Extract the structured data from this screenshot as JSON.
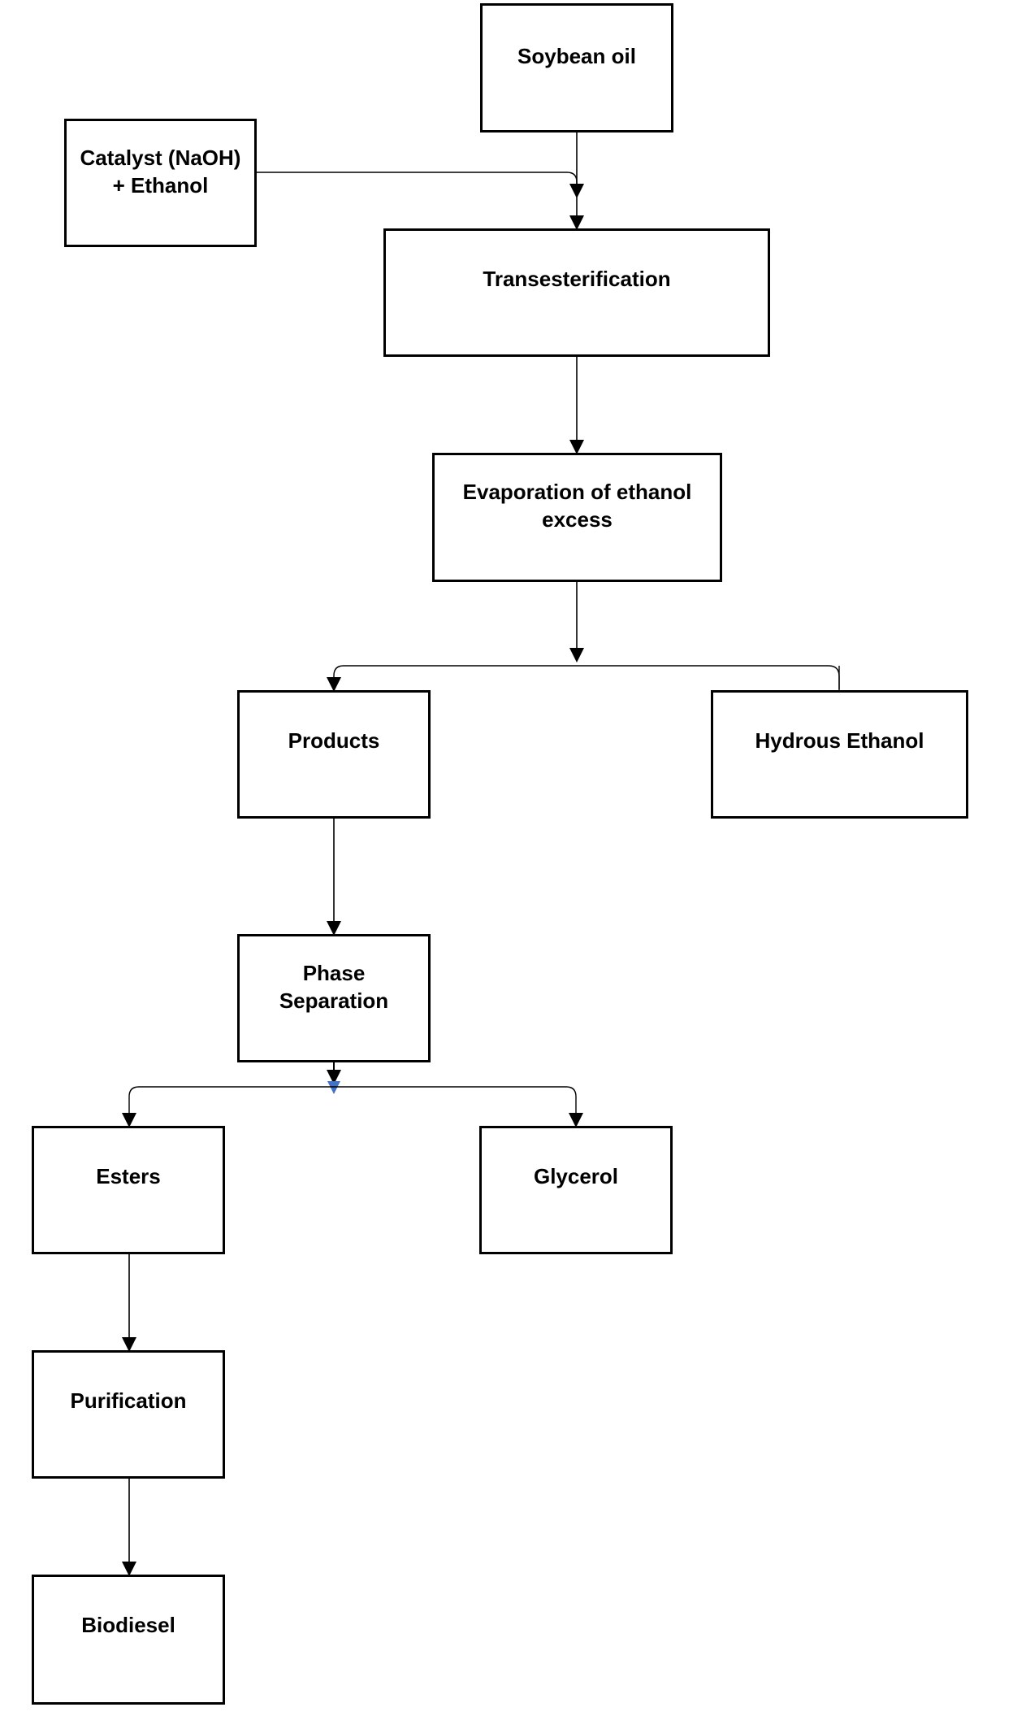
{
  "diagram": {
    "nodes": {
      "soybean_oil": "Soybean oil",
      "catalyst": "Catalyst (NaOH)\n+ Ethanol",
      "transesterification": "Transesterification",
      "evaporation": "Evaporation of ethanol\nexcess",
      "products": "Products",
      "hydrous_ethanol": "Hydrous Ethanol",
      "phase_separation": "Phase\nSeparation",
      "esters": "Esters",
      "glycerol": "Glycerol",
      "purification": "Purification",
      "biodiesel": "Biodiesel"
    },
    "edges": [
      {
        "from": "soybean_oil",
        "to": "transesterification"
      },
      {
        "from": "catalyst",
        "to": "transesterification"
      },
      {
        "from": "transesterification",
        "to": "evaporation"
      },
      {
        "from": "evaporation",
        "to": "products"
      },
      {
        "from": "evaporation",
        "to": "hydrous_ethanol"
      },
      {
        "from": "products",
        "to": "phase_separation"
      },
      {
        "from": "phase_separation",
        "to": "esters"
      },
      {
        "from": "phase_separation",
        "to": "glycerol"
      },
      {
        "from": "esters",
        "to": "purification"
      },
      {
        "from": "purification",
        "to": "biodiesel"
      }
    ],
    "colors": {
      "stroke": "#000000",
      "accent_arrow": "#4472c4"
    }
  }
}
